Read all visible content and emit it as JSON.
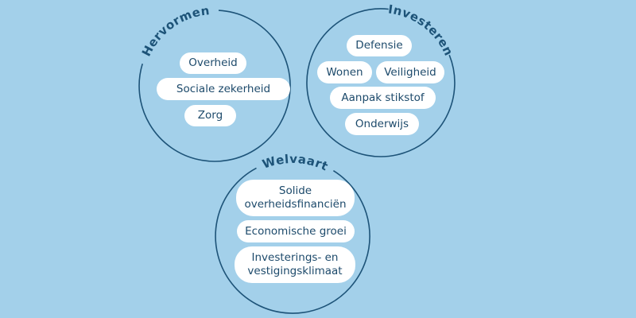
{
  "colors": {
    "background": "#a3d0ea",
    "circle_stroke": "#1d5378",
    "pill": "#ffffff",
    "text": "#1d4a6b"
  },
  "circles": [
    {
      "title": "Hervormen",
      "items": [
        "Overheid",
        "Sociale zekerheid",
        "Zorg"
      ]
    },
    {
      "title": "Investeren",
      "items": [
        "Defensie",
        "Wonen",
        "Veiligheid",
        "Aanpak stikstof",
        "Onderwijs"
      ]
    },
    {
      "title": "Welvaart",
      "items": [
        "Solide overheidsfinanciën",
        "Economische groei",
        "Investerings- en vestigingsklimaat"
      ]
    }
  ]
}
